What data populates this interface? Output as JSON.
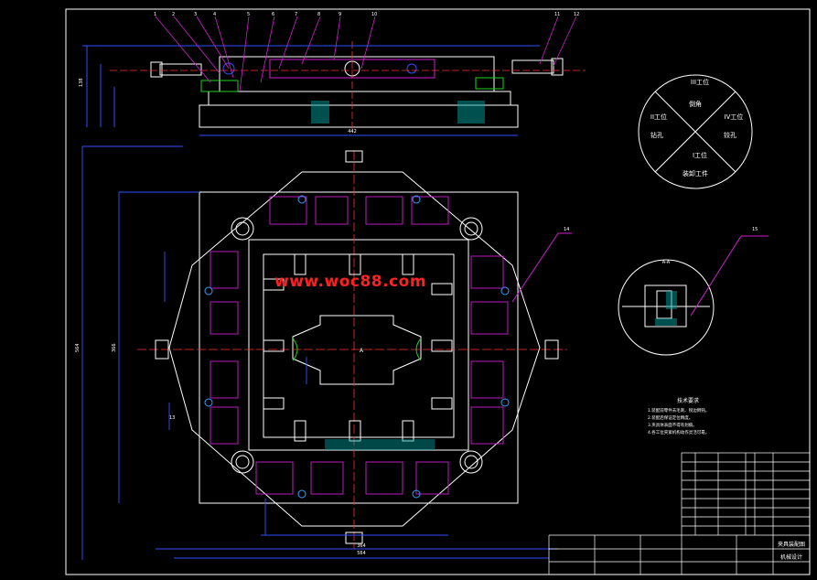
{
  "drawing": {
    "watermark": "www.woc88.com",
    "station_diagram": {
      "top": "III工位",
      "top_sub": "倒角",
      "left": "II工位",
      "left_sub": "钻孔",
      "right": "IV工位",
      "right_sub": "铰孔",
      "bottom": "I工位",
      "bottom_sub": "装卸工件"
    },
    "section_label": "A-A",
    "center_mark": "A",
    "tech_requirements": {
      "title": "技术要求",
      "lines": [
        "1.装配前零件去毛刺、锐边倒钝。",
        "2.装配后保证定位精度。",
        "3.夹具体表面不得有划痕。",
        "4.各工位夹紧机构动作灵活可靠。"
      ]
    },
    "title_block": {
      "name": "夹具装配图",
      "school": "机械设计"
    },
    "balloons": [
      "1",
      "2",
      "3",
      "4",
      "5",
      "6",
      "7",
      "8",
      "9",
      "10",
      "11",
      "12",
      "13",
      "14",
      "15"
    ],
    "dimensions": {
      "top_width": "442",
      "top_height": "138",
      "main_width": "564",
      "main_inner": "364",
      "main_height": "564",
      "left_dim": "366"
    }
  },
  "colors": {
    "background": "#000000",
    "line": "#ffffff",
    "dimension": "#3050ff",
    "part": "#d020d0",
    "green": "#20d020",
    "hatch": "#00c0c0",
    "center": "#ff3030",
    "watermark": "#ff2020"
  }
}
